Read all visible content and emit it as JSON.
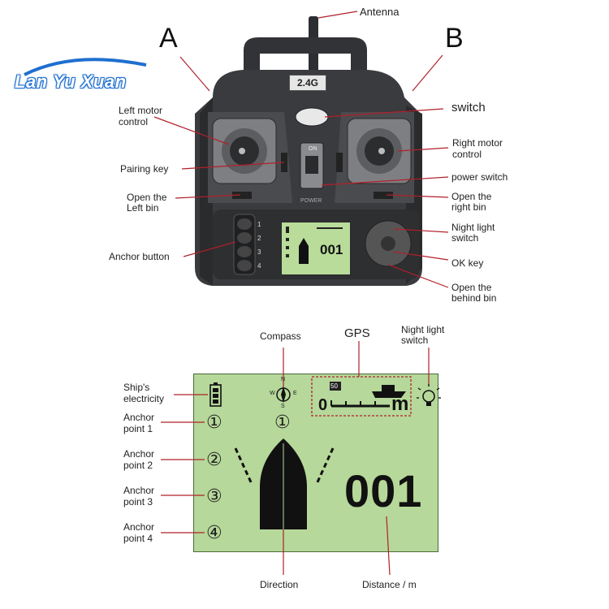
{
  "logo": {
    "text": "Lan Yu Xuan"
  },
  "controller": {
    "antenna": "Antenna",
    "corner_a": "A",
    "corner_b": "B",
    "frequency": "2.4G",
    "switch": "switch",
    "left_motor": [
      "Left motor",
      "control"
    ],
    "right_motor": [
      "Right motor",
      "control"
    ],
    "pairing_key": "Pairing key",
    "power_switch": "power switch",
    "open_left_bin": [
      "Open the",
      "Left bin"
    ],
    "open_right_bin": [
      "Open the",
      "right bin"
    ],
    "night_light_switch": [
      "Night light",
      "switch"
    ],
    "anchor_button": "Anchor button",
    "ok_key": "OK key",
    "open_behind_bin": [
      "Open the",
      "behind bin"
    ],
    "button_numbers": [
      "1",
      "2",
      "3",
      "4"
    ],
    "on_label": "ON",
    "power_label": "POWER",
    "mini_distance": "001"
  },
  "display": {
    "compass": "Compass",
    "gps": "GPS",
    "night_light_switch": [
      "Night light",
      "switch"
    ],
    "ships_electricity": [
      "Ship's",
      "electricity"
    ],
    "anchor_points": [
      {
        "label": [
          "Anchor",
          "point 1"
        ],
        "num": "①"
      },
      {
        "label": [
          "Anchor",
          "point 2"
        ],
        "num": "②"
      },
      {
        "label": [
          "Anchor",
          "point 3"
        ],
        "num": "③"
      },
      {
        "label": [
          "Anchor",
          "point 4"
        ],
        "num": "④"
      }
    ],
    "compass_letters": {
      "n": "N",
      "w": "W",
      "e": "E",
      "s": "S"
    },
    "gps_zero": "0",
    "gps_unit": "m",
    "gps_box_num": "50",
    "active_anchor": "①",
    "distance": "001",
    "direction": "Direction",
    "distance_label": "Distance / m"
  },
  "colors": {
    "lcd": "#b6d89a",
    "body": "#3a3b3e",
    "leader": "#b0202a"
  }
}
